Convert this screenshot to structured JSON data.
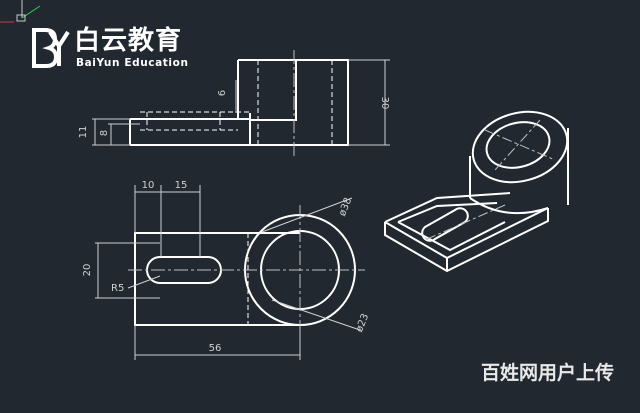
{
  "brand": {
    "name": "白云教育",
    "subtitle": "BaiYun Education",
    "logo_letters": "BY"
  },
  "watermark": "百姓网用户上传",
  "dimensions": {
    "top_view_height": "30",
    "slot_depth": "6",
    "base_thickness_outer": "11",
    "base_thickness_inner": "8",
    "offset_left": "10",
    "slot_width": "15",
    "outer_diameter": "ø38",
    "slot_height": "20",
    "slot_radius": "R5",
    "overall_length": "56",
    "inner_diameter": "ø23"
  },
  "colors": {
    "background": "#212830",
    "line": "#ffffff",
    "dimension": "#d0d0d0"
  }
}
